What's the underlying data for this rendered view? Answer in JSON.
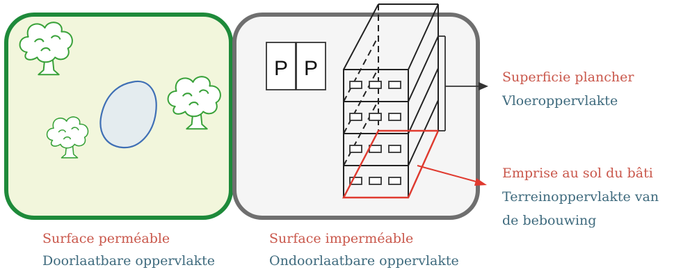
{
  "colors": {
    "permeable_border": "#1e8a3a",
    "permeable_fill": "#f2f6dc",
    "impermeable_border": "#6f6f6f",
    "impermeable_fill": "#f5f5f5",
    "tree_stroke": "#3aa23a",
    "pond_stroke": "#3f6fb5",
    "pond_fill": "#e4ecef",
    "highlight_red": "#e03a2f",
    "label_fr": "#c9574b",
    "label_nl": "#3e6a7d"
  },
  "parking": {
    "sign_left": "P",
    "sign_right": "P"
  },
  "labels": {
    "floor_area": {
      "fr": "Superficie plancher",
      "nl": "Vloeroppervlakte"
    },
    "footprint": {
      "fr": "Emprise au sol du bâti",
      "nl_line1": "Terreinoppervlakte van",
      "nl_line2": "de bebouwing"
    },
    "permeable": {
      "fr": "Surface perméable",
      "nl": "Doorlaatbare oppervlakte"
    },
    "impermeable": {
      "fr": "Surface imperméable",
      "nl": "Ondoorlaatbare oppervlakte"
    }
  }
}
